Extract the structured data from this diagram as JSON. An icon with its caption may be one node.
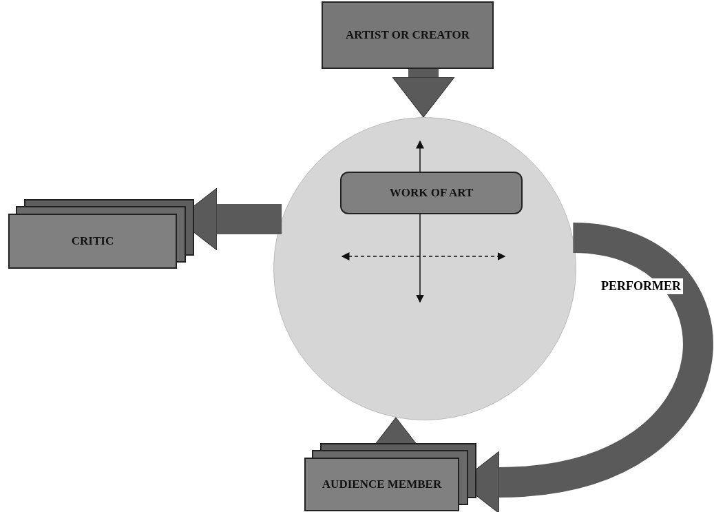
{
  "diagram": {
    "nodes": [
      {
        "text": [
          "ARTIST OR CREATOR"
        ]
      },
      {
        "text": [],
        "shape": "circle"
      },
      {
        "text": [
          "WORK OF ART"
        ],
        "in": 1
      },
      {
        "text": [
          "CRITIC"
        ]
      },
      {
        "text": [
          "AUDIENCE MEMBER"
        ]
      }
    ],
    "edges": [
      {
        "from": 0,
        "to": 1,
        "arrow": "to"
      },
      {
        "from": 1,
        "to": 3,
        "arrow": "to"
      },
      {
        "from": 4,
        "to": 1,
        "arrow": "to"
      },
      {
        "from": 1,
        "to": 4,
        "arrow": "to",
        "label": "PERFORMER"
      }
    ]
  }
}
